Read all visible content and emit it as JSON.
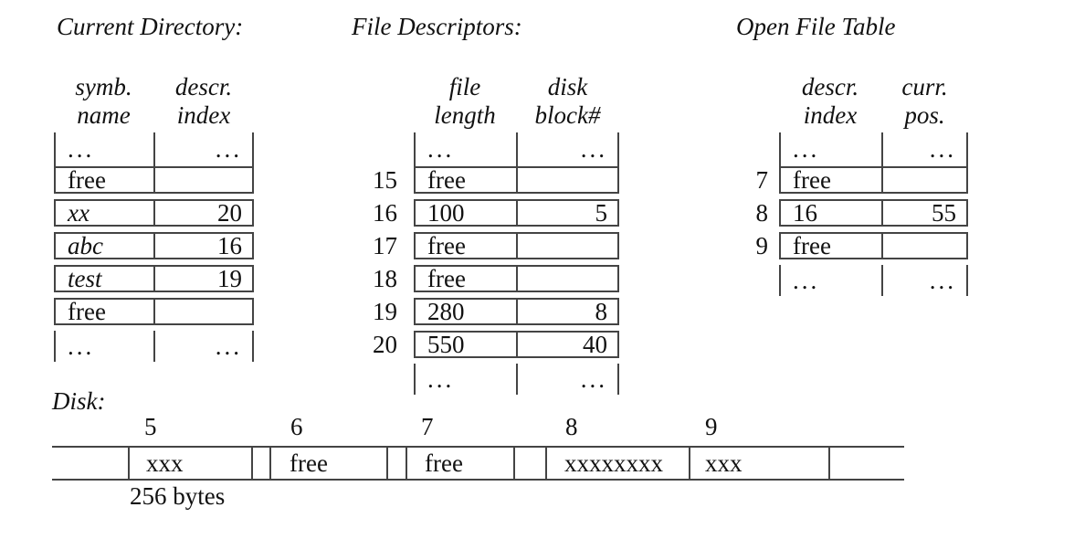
{
  "dots": "...",
  "colors": {
    "line": "#444444",
    "text": "#111111",
    "background": "#ffffff"
  },
  "cd": {
    "title": "Current Directory:",
    "h1_line1": "symb.",
    "h1_line2": "name",
    "h2_line1": "descr.",
    "h2_line2": "index",
    "rows": [
      {
        "name": "free",
        "index": ""
      },
      {
        "name": "xx",
        "index": "20"
      },
      {
        "name": "abc",
        "index": "16"
      },
      {
        "name": "test",
        "index": "19"
      },
      {
        "name": "free",
        "index": ""
      }
    ]
  },
  "fd": {
    "title": "File Descriptors:",
    "h1_line1": "file",
    "h1_line2": "length",
    "h2_line1": "disk",
    "h2_line2": "block#",
    "rows": [
      {
        "label": "15",
        "length": "free",
        "block": ""
      },
      {
        "label": "16",
        "length": "100",
        "block": "5"
      },
      {
        "label": "17",
        "length": "free",
        "block": ""
      },
      {
        "label": "18",
        "length": "free",
        "block": ""
      },
      {
        "label": "19",
        "length": "280",
        "block": "8"
      },
      {
        "label": "20",
        "length": "550",
        "block": "40"
      }
    ]
  },
  "oft": {
    "title": "Open File Table",
    "h1_line1": "descr.",
    "h1_line2": "index",
    "h2_line1": "curr.",
    "h2_line2": "pos.",
    "rows": [
      {
        "label": "7",
        "index": "free",
        "pos": ""
      },
      {
        "label": "8",
        "index": "16",
        "pos": "55"
      },
      {
        "label": "9",
        "index": "free",
        "pos": ""
      }
    ]
  },
  "disk": {
    "label": "Disk:",
    "block_numbers": [
      "5",
      "6",
      "7",
      "8",
      "9"
    ],
    "cells": [
      {
        "label": ""
      },
      {
        "label": "xxx"
      },
      {
        "label": "free"
      },
      {
        "label": "free"
      },
      {
        "label": "xxxxxxxx"
      },
      {
        "label": "xxx"
      },
      {
        "label": ""
      }
    ],
    "size_note": "256 bytes"
  }
}
